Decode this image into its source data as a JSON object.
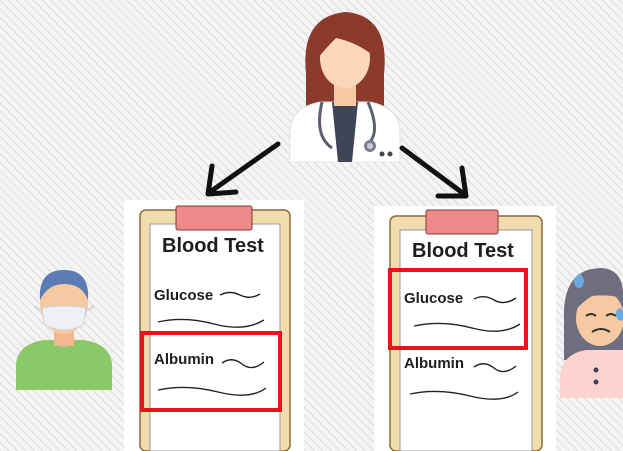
{
  "left_report": {
    "title": "Blood Test",
    "row1": "Glucose",
    "row2": "Albumin"
  },
  "right_report": {
    "title": "Blood Test",
    "row1": "Glucose",
    "row2": "Albumin"
  },
  "colors": {
    "highlight": "#e8141c",
    "clipboard": "#f1dcae",
    "clip": "#f08a8a",
    "paper": "#ffffff"
  },
  "icons": {
    "doctor": "doctor-icon",
    "patient_left": "masked-patient-icon",
    "patient_right": "sick-patient-icon",
    "arrows": "arrow-icon"
  }
}
